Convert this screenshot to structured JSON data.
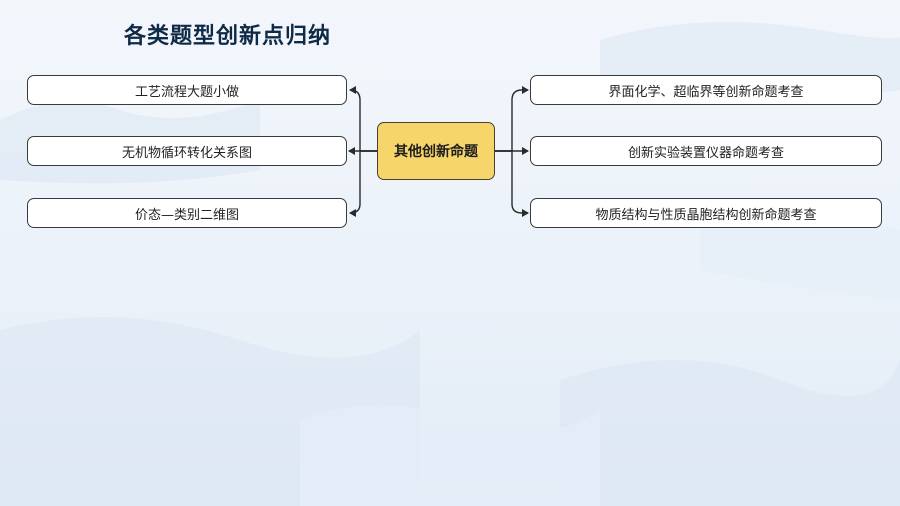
{
  "slide": {
    "title": "各类题型创新点归纳"
  },
  "mindmap": {
    "center": "其他创新命题",
    "left": [
      "工艺流程大题小做",
      "无机物循环转化关系图",
      "价态—类别二维图"
    ],
    "right": [
      "界面化学、超临界等创新命题考查",
      "创新实验装置仪器命题考查",
      "物质结构与性质晶胞结构创新命题考查"
    ]
  },
  "colors": {
    "center_fill": "#f6d56b",
    "title": "#0e2a47",
    "line": "#2b2b2b"
  }
}
